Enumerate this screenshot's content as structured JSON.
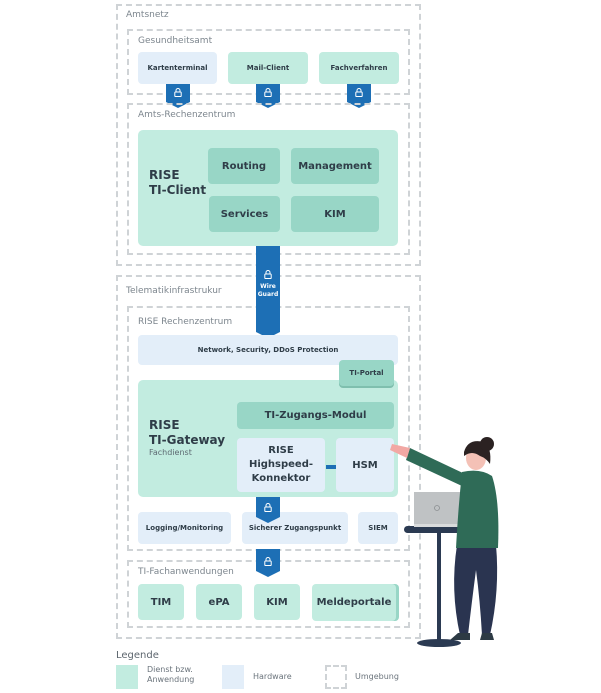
{
  "zones": {
    "amtsnetz": "Amtsnetz",
    "gesundheitsamt": "Gesundheitsamt",
    "amts_rechenzentrum": "Amts-Rechenzentrum",
    "telematik": "Telematikinfrastrukur",
    "rise_rechenzentrum": "RISE Rechenzentrum",
    "ti_fachanwendungen": "TI-Fachanwendungen"
  },
  "gesundheitsamt": {
    "kartenterminal": "Kartenterminal",
    "mail_client": "Mail-Client",
    "fachverfahren": "Fachverfahren"
  },
  "ti_client": {
    "title_line1": "RISE",
    "title_line2": "TI-Client",
    "modules": [
      "Routing",
      "Management",
      "Services",
      "KIM"
    ]
  },
  "wireguard": {
    "line1": "Wire",
    "line2": "Guard"
  },
  "rise_rz": {
    "network": "Network, Security, DDoS Protection",
    "ti_portal": "TI-Portal",
    "gateway_line1": "RISE",
    "gateway_line2": "TI-Gateway",
    "gateway_sub": "Fachdienst",
    "zugangs_modul": "TI-Zugangs-Modul",
    "konnektor_lines": [
      "RISE",
      "Highspeed-",
      "Konnektor"
    ],
    "hsm": "HSM",
    "logging": "Logging/Monitoring",
    "zugangspunkt": "Sicherer Zugangspunkt",
    "siem": "SIEM"
  },
  "fachanwendungen": [
    "TIM",
    "ePA",
    "KIM",
    "Meldeportale"
  ],
  "legend": {
    "title": "Legende",
    "service_line1": "Dienst bzw.",
    "service_line2": "Anwendung",
    "hardware": "Hardware",
    "environment": "Umgebung"
  },
  "colors": {
    "service": "#c2ece0",
    "service_dark": "#98d6c6",
    "hardware": "#e3eef9",
    "lock_blue": "#1d6fb5",
    "dashed_border": "#cfd3d6"
  }
}
